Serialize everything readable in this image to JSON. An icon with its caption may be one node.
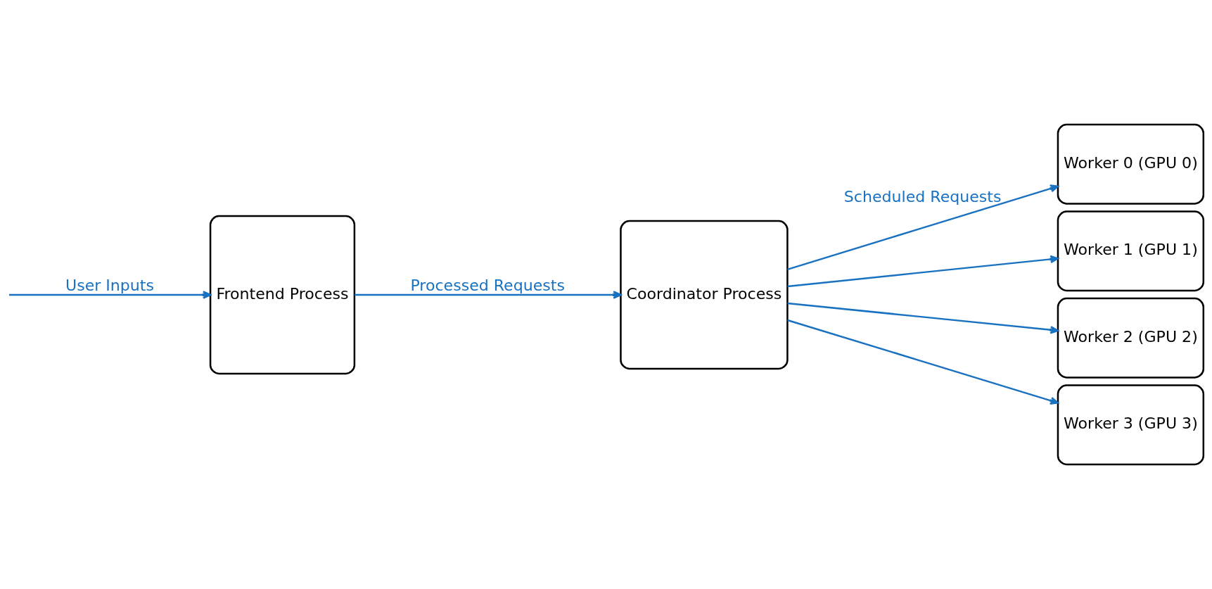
{
  "diagram": {
    "nodes": [
      {
        "text": [
          "Frontend Process"
        ]
      },
      {
        "text": [
          "Coordinator Process"
        ]
      },
      {
        "text": [
          "Worker 0 (GPU 0)"
        ]
      },
      {
        "text": [
          "Worker 1 (GPU 1)"
        ]
      },
      {
        "text": [
          "Worker 2 (GPU 2)"
        ]
      },
      {
        "text": [
          "Worker 3 (GPU 3)"
        ]
      }
    ],
    "edges": [
      {
        "from": null,
        "to": 0,
        "arrow": "to",
        "label": "User Inputs"
      },
      {
        "from": 0,
        "to": 1,
        "arrow": "to",
        "label": "Processed Requests"
      },
      {
        "from": 1,
        "to": 2,
        "arrow": "to",
        "label": "Scheduled Requests"
      },
      {
        "from": 1,
        "to": 3,
        "arrow": "to"
      },
      {
        "from": 1,
        "to": 4,
        "arrow": "to"
      },
      {
        "from": 1,
        "to": 5,
        "arrow": "to"
      }
    ]
  }
}
